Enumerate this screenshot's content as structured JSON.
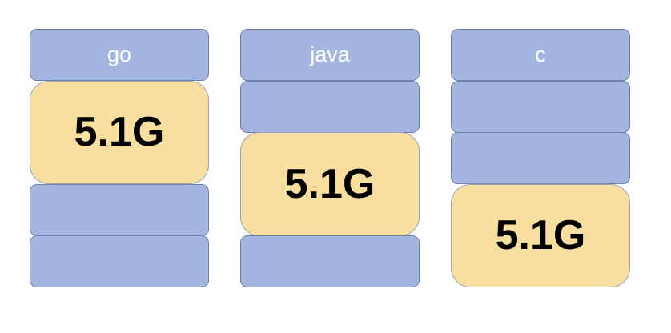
{
  "columns": [
    {
      "header": "go",
      "cells": [
        {
          "kind": "header"
        },
        {
          "kind": "highlight",
          "text": "5.1G",
          "span": 2
        },
        {
          "kind": "block"
        },
        {
          "kind": "block"
        }
      ]
    },
    {
      "header": "java",
      "cells": [
        {
          "kind": "header"
        },
        {
          "kind": "block"
        },
        {
          "kind": "highlight",
          "text": "5.1G",
          "span": 2
        },
        {
          "kind": "block"
        }
      ]
    },
    {
      "header": "c",
      "cells": [
        {
          "kind": "header"
        },
        {
          "kind": "block"
        },
        {
          "kind": "block"
        },
        {
          "kind": "highlight",
          "text": "5.1G",
          "span": 2
        }
      ]
    }
  ],
  "colors": {
    "block_fill": "#a4b6df",
    "block_border": "#6f81ab",
    "highlight_fill": "#f9df9f",
    "header_text": "#ffffff",
    "value_text": "#000000"
  }
}
